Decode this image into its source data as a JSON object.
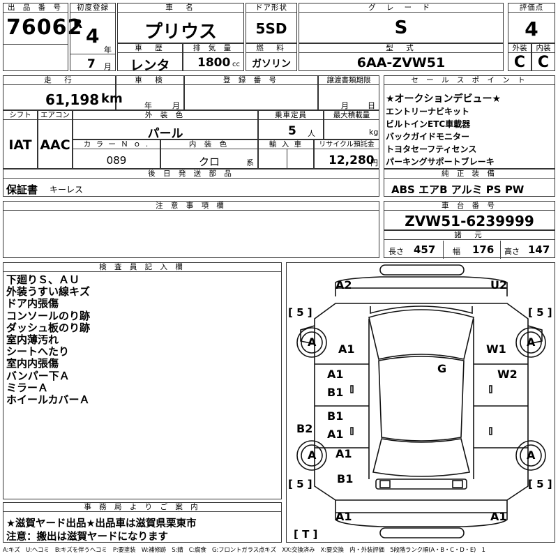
{
  "top": {
    "h_listing": "出 品 番 号",
    "listing_no": "76062",
    "h_first_reg": "初度登録",
    "era": "R",
    "year": "4",
    "year_unit": "年",
    "month": "7",
    "month_unit": "月",
    "h_car_name": "車　名",
    "car_name": "プリウス",
    "h_door": "ドア形状",
    "door": "5SD",
    "h_grade": "グ レ ー ド",
    "grade": "S",
    "h_score": "評価点",
    "score": "4",
    "h_history": "車　歴",
    "history": "レンタ",
    "h_displacement": "排 気 量",
    "displacement": "1800",
    "disp_unit": "cc",
    "h_fuel": "燃　料",
    "fuel": "ガソリン",
    "h_model": "型　式",
    "model": "6AA-ZVW51",
    "h_ext": "外装",
    "ext": "C",
    "h_int": "内装",
    "int": "C"
  },
  "mid": {
    "h_mileage": "走　行",
    "mileage": "61,198",
    "mileage_unit": "km",
    "h_inspection": "車　検",
    "insp_year": "年",
    "insp_month": "月",
    "h_reg_no": "登 録 番 号",
    "h_transfer": "譲渡書類期限",
    "tr_month": "月",
    "tr_day": "日",
    "h_shift": "シフト",
    "shift": "IAT",
    "h_ac": "エアコン",
    "ac": "AAC",
    "h_color": "外 装 色",
    "color": "パール",
    "h_capacity": "乗車定員",
    "capacity": "5",
    "capacity_unit": "人",
    "h_loading": "最大積載量",
    "loading_unit": "kg",
    "h_color_no": "カ ラ ー Ｎ ｏ .",
    "color_no": "089",
    "h_int_color": "内 装 色",
    "int_color": "クロ",
    "int_color_unit": "系",
    "h_import": "輸 入 車",
    "h_recycle": "リサイクル預託金",
    "recycle": "12,280",
    "recycle_unit": "円",
    "h_later": "後 日 発 送 部 品",
    "later_items": "保証書",
    "later_key": "キーレス"
  },
  "sales": {
    "title": "セ ー ル ス ポ イ ン ト",
    "points": [
      "★オークションデビュー★",
      "エントリーナビキット",
      "ビルトインETC車載器",
      "バックガイドモニター",
      "トヨタセーフティセンス",
      "パーキングサポートブレーキ"
    ]
  },
  "equip": {
    "title": "純 正 装 備",
    "items": "ABS エアB アルミ PS PW"
  },
  "notes": {
    "title": "注 意 事 項 欄"
  },
  "chassis": {
    "title": "車 台 番 号",
    "number": "ZVW51-6239999"
  },
  "specs": {
    "title": "諸　元",
    "len_label": "長さ",
    "len": "457",
    "wid_label": "幅",
    "wid": "176",
    "hei_label": "高さ",
    "hei": "147"
  },
  "inspector": {
    "title": "検 査 員 記 入 欄",
    "lines": [
      "下廻りＳ、ＡＵ",
      "外装うすい線キズ",
      "ドア内張傷",
      "コンソールのり跡",
      "ダッシュ板のり跡",
      "室内薄汚れ",
      "シートへたり",
      "室内内張傷",
      "バンパー下Ａ",
      "ミラーＡ",
      "ホイールカバーＡ"
    ]
  },
  "office": {
    "title": "事 務 局 よ り ご 案 内",
    "line1": "★滋賀ヤード出品★出品車は滋賀県栗東市",
    "line2": "注意：搬出は滋賀ヤードになります"
  },
  "legend": "A:キズ　U:ヘコミ　B:キズを伴うヘコミ　P:要塗装　W:補修跡　S:錆　C:腐食　G:フロントガラス点キズ　XX:交換済み　X:要交換　内・外装評価　5段階ランク順(A・B・C・D・E)　1",
  "diagram": {
    "labels": [
      {
        "id": "a2",
        "t": "A2"
      },
      {
        "id": "u2",
        "t": "U2"
      },
      {
        "id": "tl5",
        "t": "[ 5 ]"
      },
      {
        "id": "tr5",
        "t": "[ 5 ]"
      },
      {
        "id": "wfl",
        "t": "A"
      },
      {
        "id": "wfr",
        "t": "A"
      },
      {
        "id": "a1l",
        "t": "A1"
      },
      {
        "id": "w1",
        "t": "W1"
      },
      {
        "id": "g",
        "t": "G"
      },
      {
        "id": "w2",
        "t": "W2"
      },
      {
        "id": "fdl_a1",
        "t": "A1"
      },
      {
        "id": "fdl_b1",
        "t": "B1"
      },
      {
        "id": "rdl_b1",
        "t": "B1"
      },
      {
        "id": "rdl_a1",
        "t": "A1"
      },
      {
        "id": "b2",
        "t": "B2"
      },
      {
        "id": "wrl",
        "t": "A"
      },
      {
        "id": "wrr",
        "t": "A"
      },
      {
        "id": "a1r",
        "t": "A1"
      },
      {
        "id": "b1r",
        "t": "B1"
      },
      {
        "id": "bl5",
        "t": "[ 5 ]"
      },
      {
        "id": "br5",
        "t": "[ 5 ]"
      },
      {
        "id": "ba1l",
        "t": "A1"
      },
      {
        "id": "ba1r",
        "t": "A1"
      },
      {
        "id": "t",
        "t": "[ T ]"
      }
    ]
  }
}
